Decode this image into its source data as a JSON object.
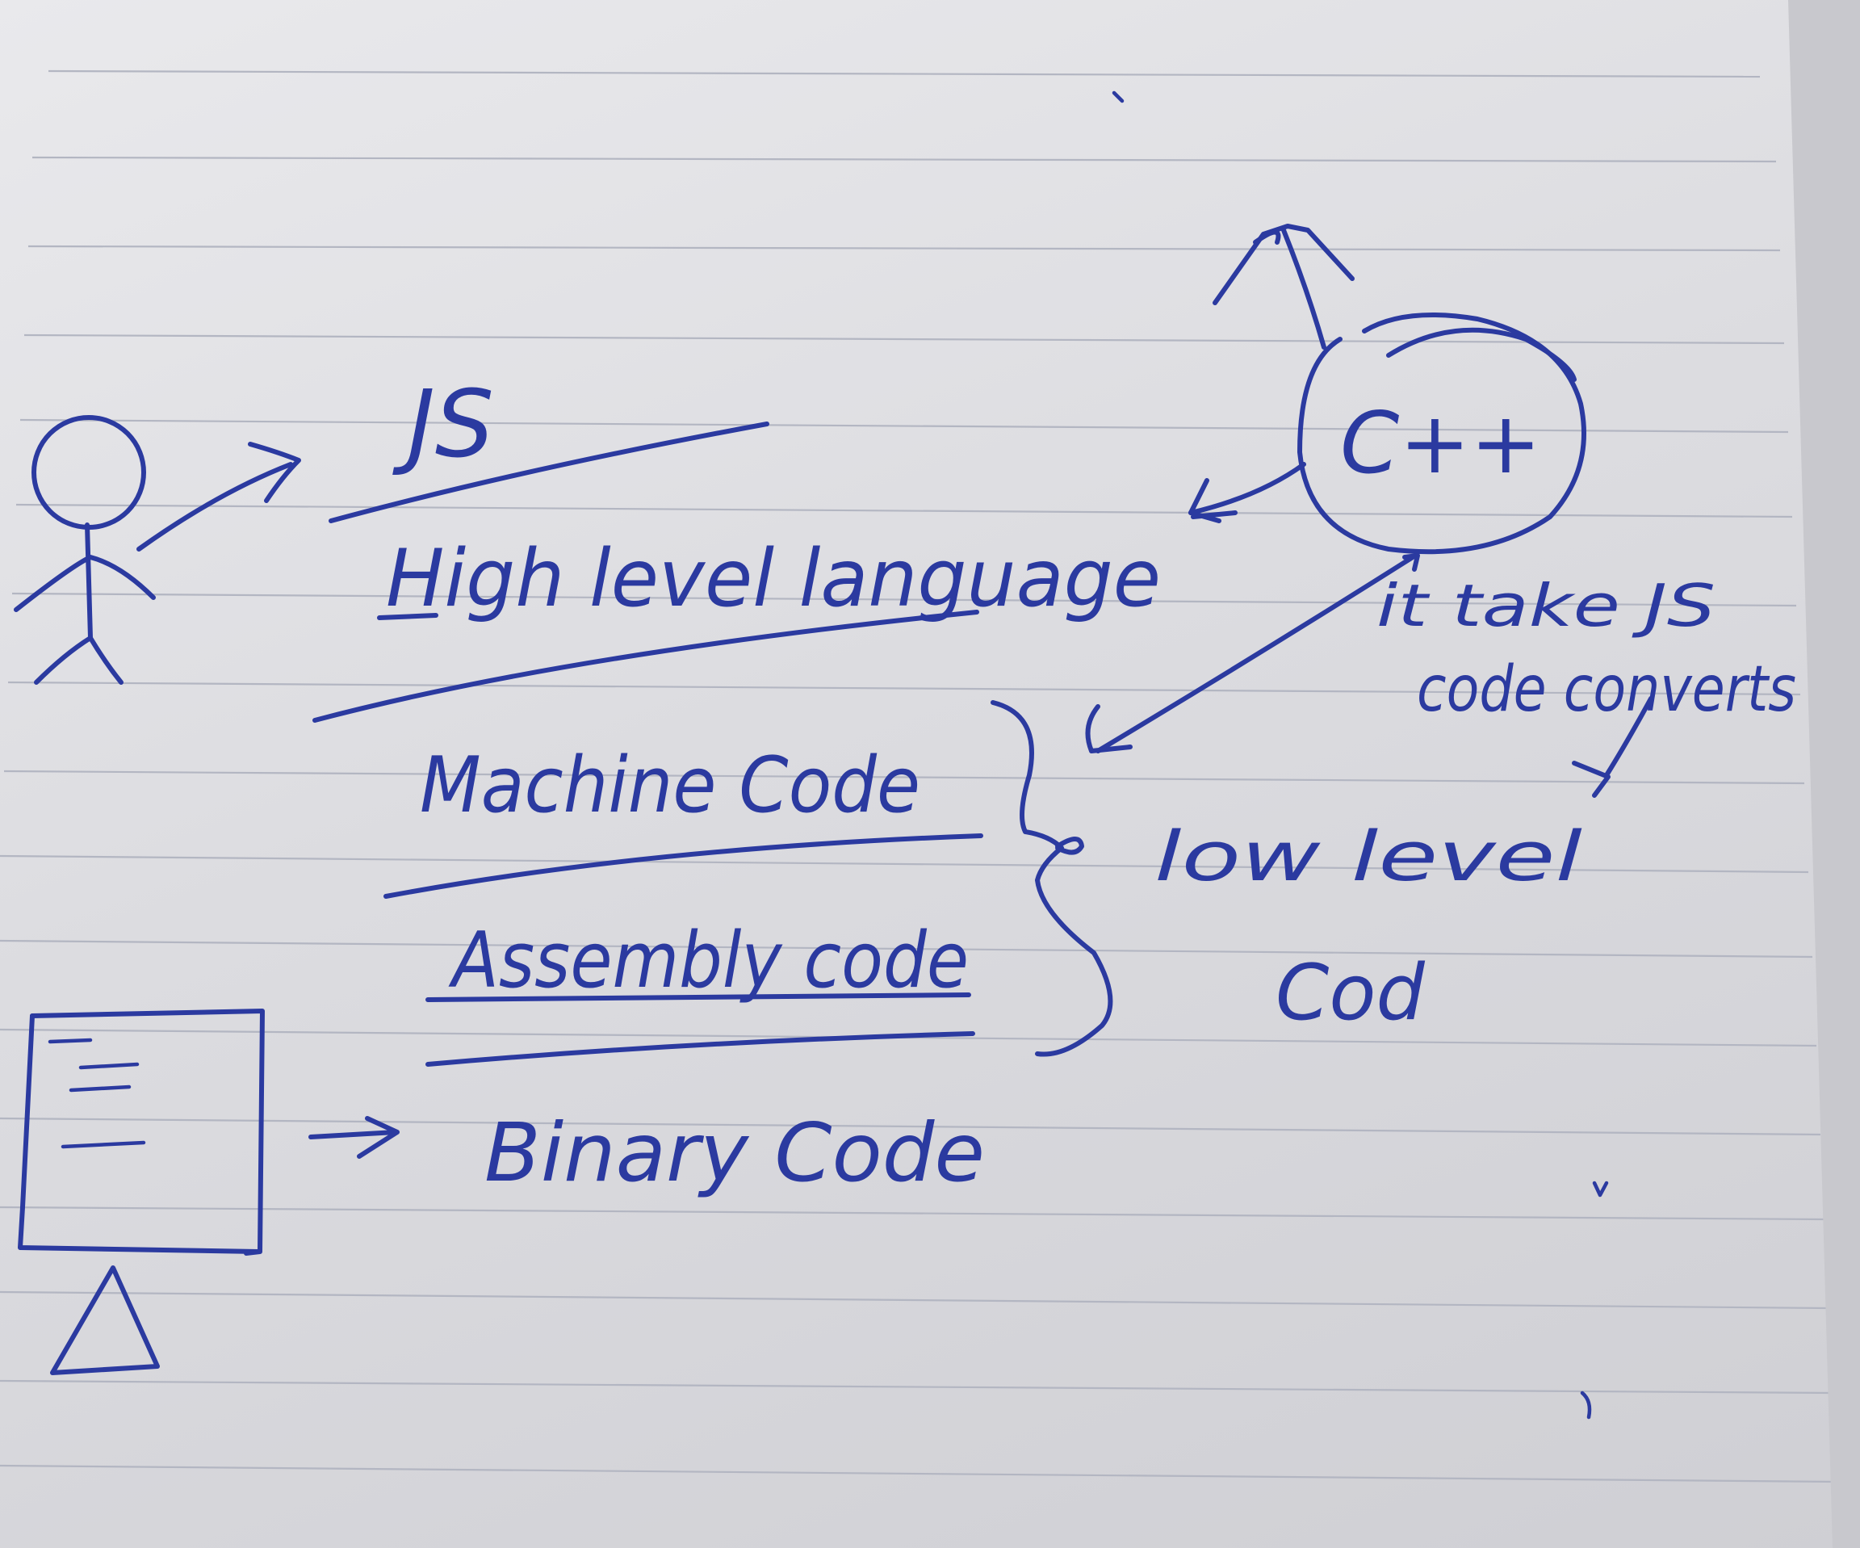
{
  "notes": {
    "js": "JS",
    "high_level": "High level language",
    "machine_code": "Machine Code",
    "assembly_code": "Assembly code",
    "binary_code": "Binary Code",
    "cpp": "C++",
    "takes_line1": "it take JS",
    "takes_line2": "code converts",
    "low_level_line1": "low level",
    "low_level_line2": "Cod"
  },
  "icons": {
    "person": "stick-figure-icon",
    "computer": "computer-monitor-icon"
  },
  "colors": {
    "ink": "#2b3aa0",
    "paper": "#e3e3e6",
    "rule": "#b3b6c2"
  }
}
